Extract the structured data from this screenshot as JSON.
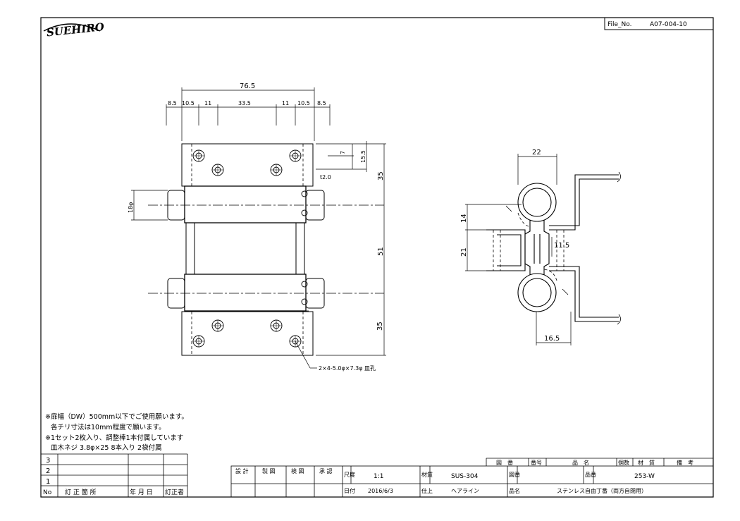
{
  "company": {
    "logo_text": "SUEHIRO"
  },
  "file_no": {
    "label": "File_No.",
    "value": "A07-004-10"
  },
  "front_view": {
    "top_dims": [
      "8.5",
      "10.5",
      "11",
      "33.5",
      "11",
      "10.5",
      "8.5"
    ],
    "overall_width": "76.5",
    "dim_7": "7",
    "dim_15_5": "15.5",
    "thickness": "t2.0",
    "dim_35_top": "35",
    "dim_51": "51",
    "dim_35_bottom": "35",
    "knuckle_dia": "18φ",
    "hole_note": "2×4-5.0φ×7.3φ 皿孔"
  },
  "side_view": {
    "dim_22": "22",
    "dim_14": "14",
    "dim_21": "21",
    "dim_11_5": "11.5",
    "dim_16_5": "16.5"
  },
  "notes": [
    "※扉幅（DW）500mm以下でご使用願います。",
    "各チリ寸法は10mm程度で願います。",
    "※1セット2枚入り、調整棒1本付属しています",
    "皿木ネジ 3.8φ×25 8本入り 2袋付属"
  ],
  "revision": {
    "rows": [
      "3",
      "2",
      "1"
    ],
    "headers": [
      "No",
      "訂 正 箇 所",
      "年 月 日",
      "訂正者"
    ]
  },
  "approval": [
    "設 計",
    "製 図",
    "検 図",
    "承 認"
  ],
  "title_block": {
    "scale_label": "尺度",
    "scale": "1:1",
    "material_label": "材質",
    "material": "SUS-304",
    "drawing_no_label": "図番",
    "part_no_label": "品番",
    "part_no": "253-W",
    "date_label": "日付",
    "date": "2016/6/3",
    "finish_label": "仕上",
    "finish": "ヘアライン",
    "name_label": "品名",
    "name": "ステンレス自由丁番（両方自閉用）"
  },
  "parts_list_header": [
    "図　番",
    "番号",
    "品　名",
    "個数",
    "材　質",
    "備　考"
  ]
}
